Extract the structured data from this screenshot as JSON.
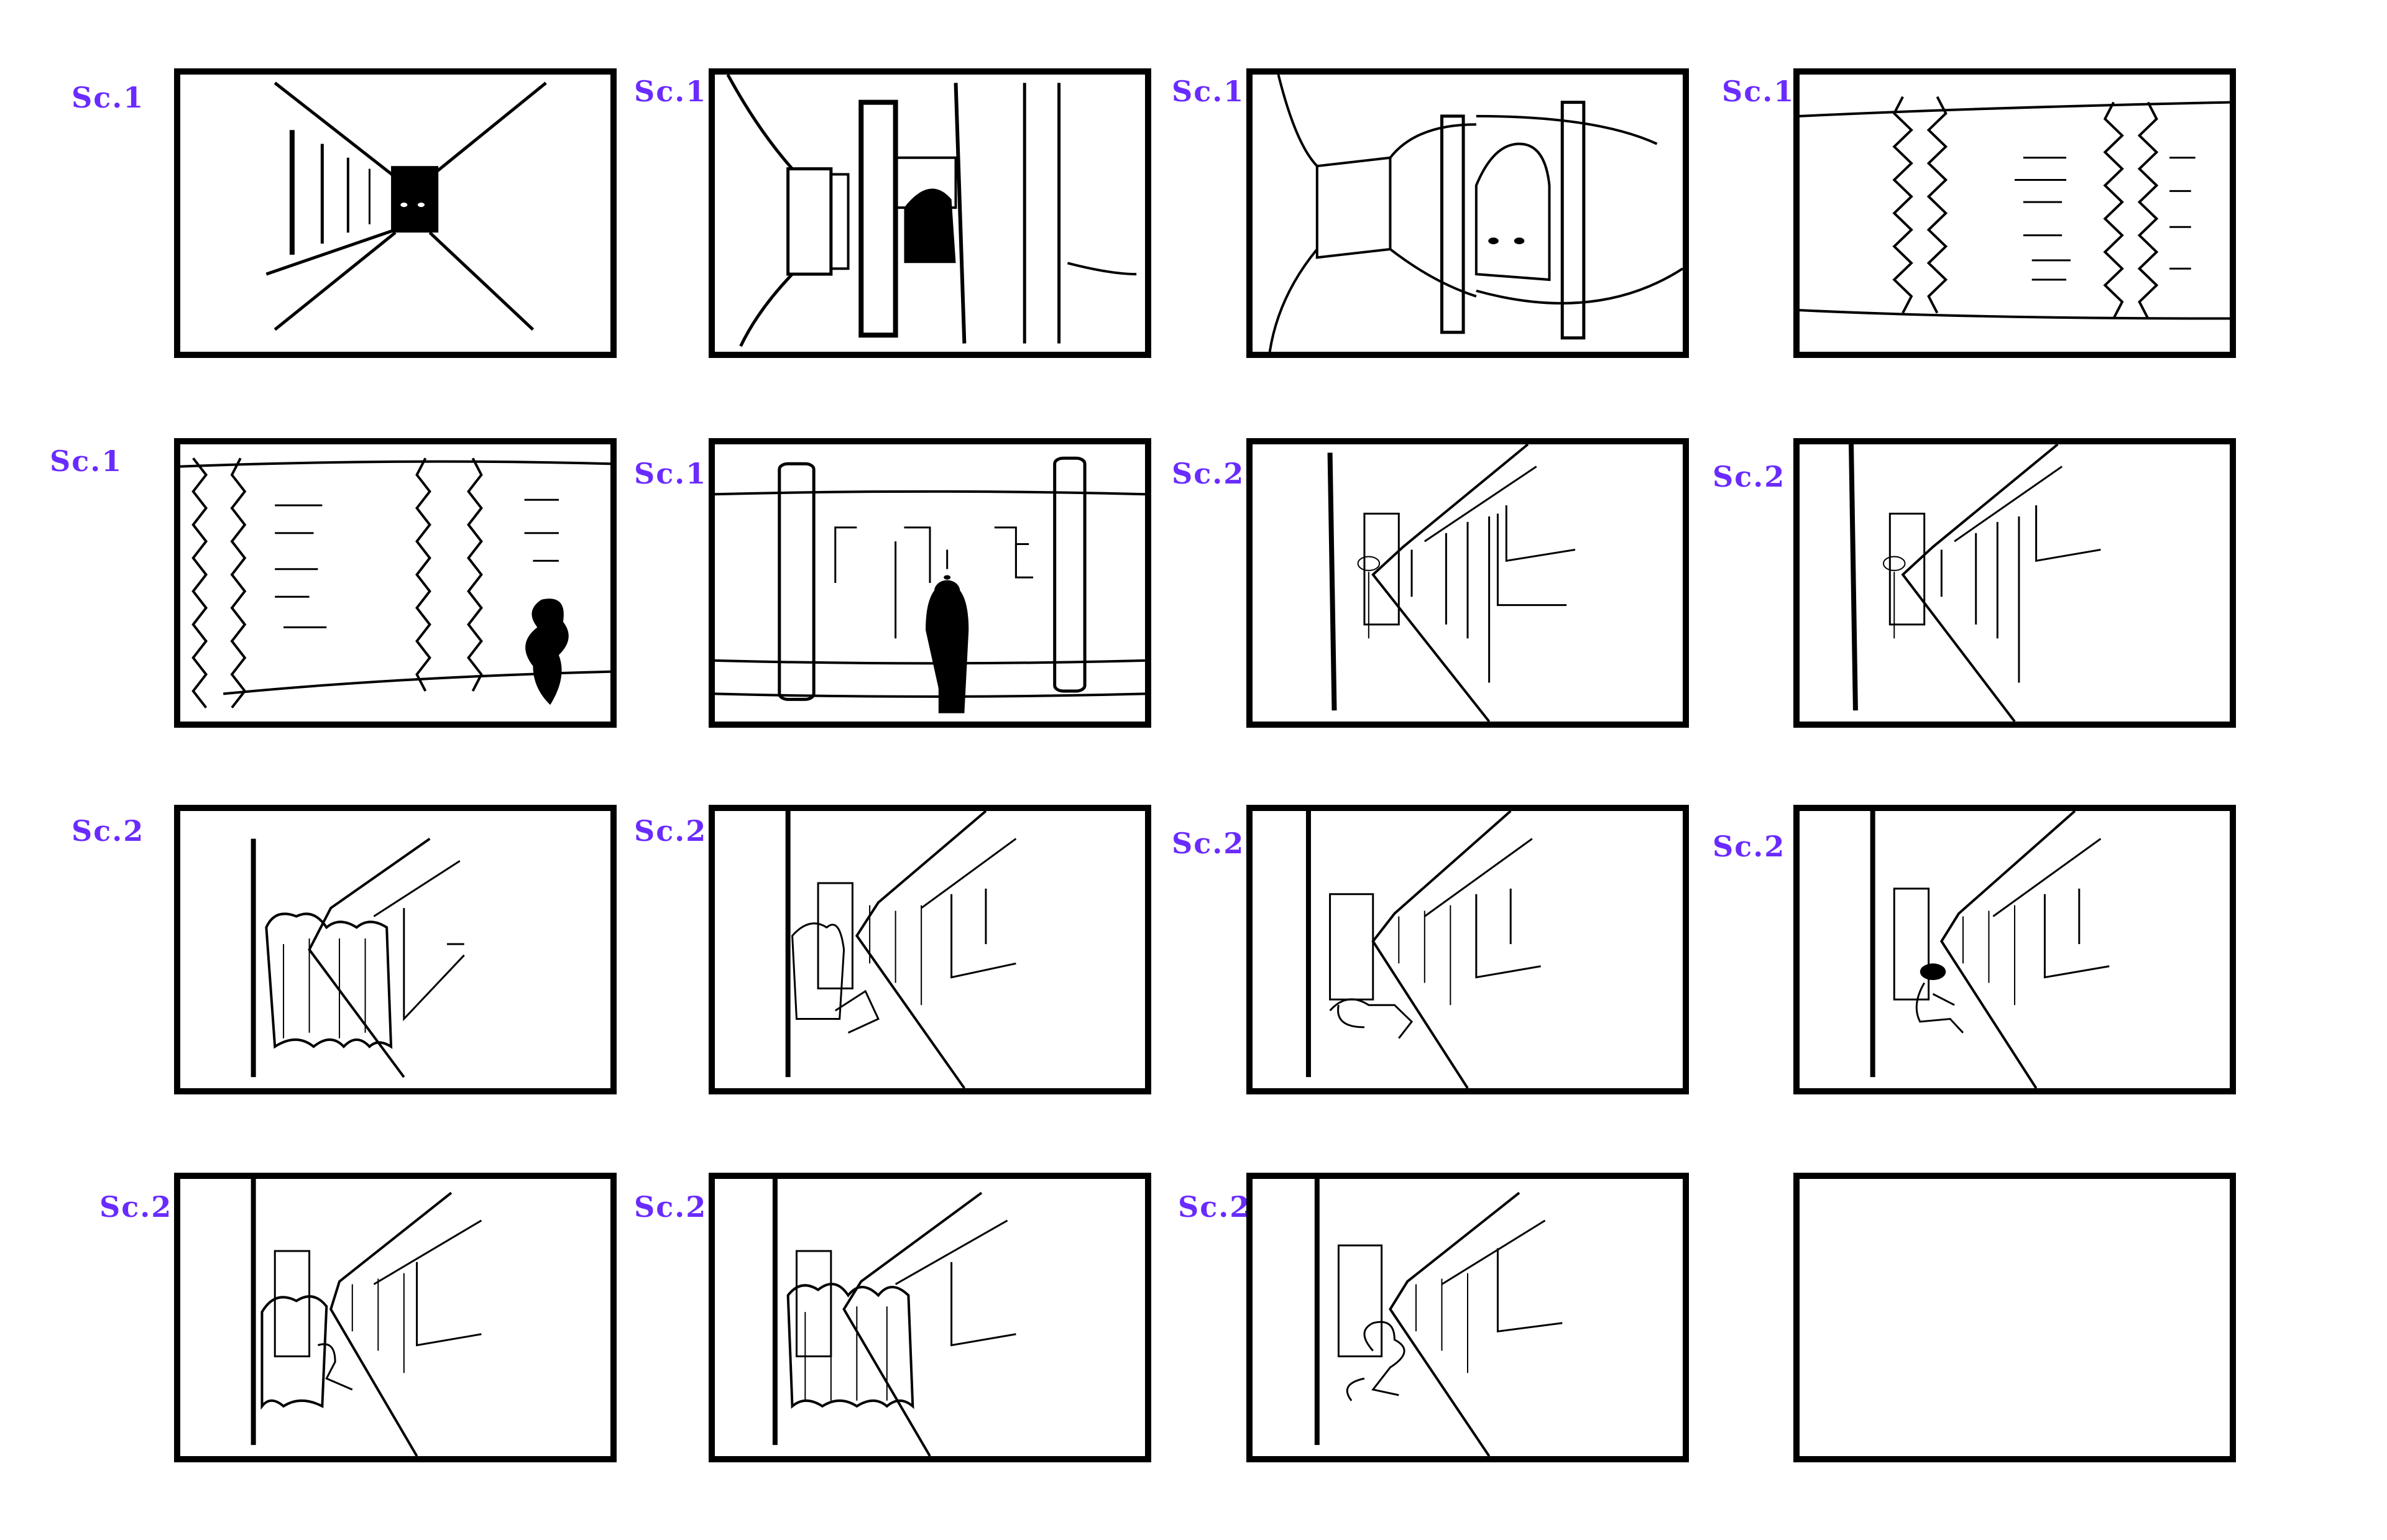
{
  "panels": [
    {
      "label": "Sc.1"
    },
    {
      "label": "Sc.1"
    },
    {
      "label": "Sc.1"
    },
    {
      "label": "Sc.1"
    },
    {
      "label": "Sc.1"
    },
    {
      "label": "Sc.1"
    },
    {
      "label": "Sc.2"
    },
    {
      "label": "Sc.2"
    },
    {
      "label": "Sc.2"
    },
    {
      "label": "Sc.2"
    },
    {
      "label": "Sc.2"
    },
    {
      "label": "Sc.2"
    },
    {
      "label": "Sc.2"
    },
    {
      "label": "Sc.2"
    },
    {
      "label": "Sc.2"
    },
    {
      "label": ""
    }
  ],
  "colors": {
    "label": "#6a2bff",
    "ink": "#000000",
    "paper": "#ffffff"
  }
}
